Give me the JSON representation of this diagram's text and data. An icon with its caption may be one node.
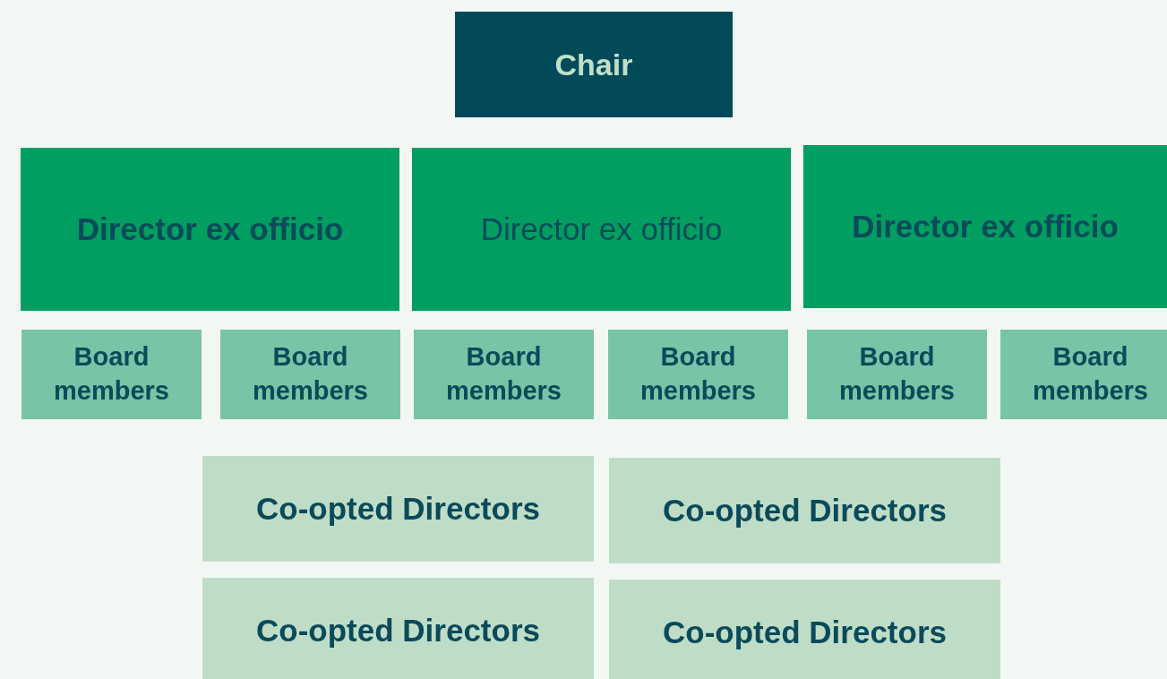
{
  "diagram": {
    "nodes": [
      {
        "text": [
          "Chair"
        ]
      },
      {
        "text": [
          "Director ex officio"
        ]
      },
      {
        "text": [
          "Director ex officio"
        ]
      },
      {
        "text": [
          "Director ex officio"
        ]
      },
      {
        "text": [
          "Board members"
        ]
      },
      {
        "text": [
          "Board members"
        ]
      },
      {
        "text": [
          "Board members"
        ]
      },
      {
        "text": [
          "Board members"
        ]
      },
      {
        "text": [
          "Board members"
        ]
      },
      {
        "text": [
          "Board members"
        ]
      },
      {
        "text": [
          "Co-opted Directors"
        ]
      },
      {
        "text": [
          "Co-opted Directors"
        ]
      },
      {
        "text": [
          "Co-opted Directors"
        ]
      },
      {
        "text": [
          "Co-opted Directors"
        ]
      }
    ]
  }
}
